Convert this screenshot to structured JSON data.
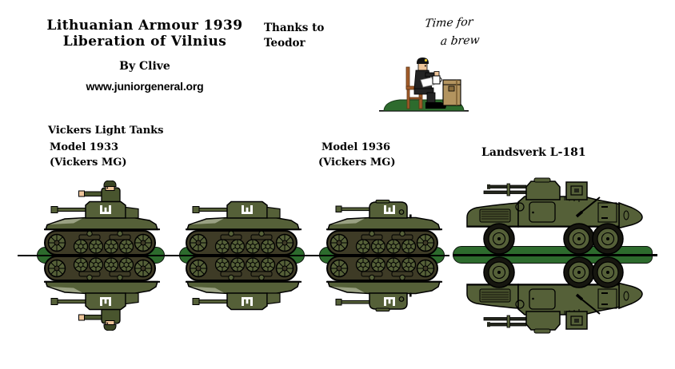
{
  "page": {
    "title_line1": "Lithuanian Armour 1939",
    "title_line2": "Liberation of Vilnius",
    "byline": "By Clive",
    "website": "www.juniorgeneral.org"
  },
  "credits": {
    "line1": "Thanks to",
    "line2": "Teodor"
  },
  "brew_note": {
    "line1": "Time for",
    "line2": "a brew"
  },
  "labels": {
    "group": "Vickers Light Tanks",
    "model_1933": "Model 1933",
    "model_1933_variant": "(Vickers MG)",
    "model_1936": "Model 1936",
    "model_1936_variant": "(Vickers MG)",
    "landsverk": "Landsverk L-181"
  },
  "figures": {
    "emblem": "columns-of-gediminas",
    "soldier_scene": "soldier-having-a-brew",
    "vehicles": [
      "vickers-1933-with-commander",
      "vickers-1933",
      "vickers-1936",
      "landsverk-l181"
    ]
  },
  "colors": {
    "background": "#ffffff",
    "vehicle_olive": "#556038",
    "track_dark": "#3e3b26",
    "tire_black": "#16160f",
    "stand_green": "#2d6b2d",
    "emblem_white": "#ffffff",
    "outline_black": "#000000",
    "skin": "#eec59a",
    "chair_brown": "#a35c2a",
    "crate_tan": "#b3945f",
    "uniform_dark": "#232323",
    "badge_yellow": "#e8c832"
  }
}
